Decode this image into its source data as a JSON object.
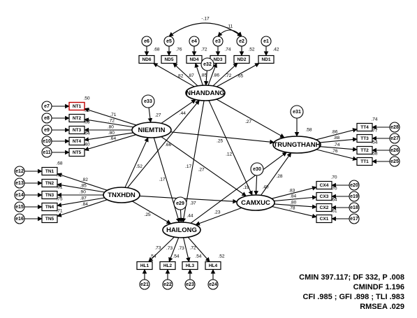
{
  "latents": [
    {
      "id": "NHANDANG",
      "label": "NHANDANG",
      "r2": "",
      "err": "e32"
    },
    {
      "id": "NIEMTIN",
      "label": "NIEMTIN",
      "r2": ".27",
      "err": "e33"
    },
    {
      "id": "TRUNGTHANH",
      "label": "TRUNGTHANH",
      "r2": ".58",
      "err": "e31"
    },
    {
      "id": "TNXHDN",
      "label": "TNXHDN",
      "r2": "",
      "err": ""
    },
    {
      "id": "CAMXUC",
      "label": "CAMXUC",
      "r2": ".40",
      "err": "e30"
    },
    {
      "id": "HAILONG",
      "label": "HAILONG",
      "r2": ".44",
      "err": "e29"
    }
  ],
  "indicators": [
    {
      "id": "ND6",
      "label": "ND6",
      "factor": "NHANDANG",
      "loading": ".82",
      "r2": ".68",
      "err": "e6"
    },
    {
      "id": "ND5",
      "label": "ND5",
      "factor": "NHANDANG",
      "loading": ".87",
      "r2": ".76",
      "err": "e5"
    },
    {
      "id": "ND4",
      "label": "ND4",
      "factor": "NHANDANG",
      "loading": ".85",
      "r2": ".72",
      "err": "e4"
    },
    {
      "id": "ND3",
      "label": "ND3",
      "factor": "NHANDANG",
      "loading": ".86",
      "r2": ".74",
      "err": "e3"
    },
    {
      "id": "ND2",
      "label": "ND2",
      "factor": "NHANDANG",
      "loading": ".72",
      "r2": ".52",
      "err": "e2"
    },
    {
      "id": "ND1",
      "label": "ND1",
      "factor": "NHANDANG",
      "loading": ".65",
      "r2": ".42",
      "err": "e1"
    },
    {
      "id": "NT1",
      "label": "NT1",
      "factor": "NIEMTIN",
      "loading": ".71",
      "r2": ".50",
      "err": "e7"
    },
    {
      "id": "NT2",
      "label": "NT2",
      "factor": "NIEMTIN",
      "loading": ".72",
      "r2": ".52",
      "err": "e8"
    },
    {
      "id": "NT3",
      "label": "NT3",
      "factor": "NIEMTIN",
      "loading": ".80",
      "r2": ".63",
      "err": "e9"
    },
    {
      "id": "NT4",
      "label": "NT4",
      "factor": "NIEMTIN",
      "loading": ".80",
      "r2": ".64",
      "err": "e10"
    },
    {
      "id": "NT5",
      "label": "NT5",
      "factor": "NIEMTIN",
      "loading": ".64",
      "r2": ".40",
      "err": "e11"
    },
    {
      "id": "TN1",
      "label": "TN1",
      "factor": "TNXHDN",
      "loading": ".82",
      "r2": ".68",
      "err": "e12"
    },
    {
      "id": "TN2",
      "label": "TN2",
      "factor": "TNXHDN",
      "loading": ".85",
      "r2": ".72",
      "err": "e13"
    },
    {
      "id": "TN3",
      "label": "TN3",
      "factor": "TNXHDN",
      "loading": ".90",
      "r2": ".81",
      "err": "e14"
    },
    {
      "id": "TN4",
      "label": "TN4",
      "factor": "TNXHDN",
      "loading": ".87",
      "r2": ".75",
      "err": "e15"
    },
    {
      "id": "TN5",
      "label": "TN5",
      "factor": "TNXHDN",
      "loading": ".84",
      "r2": ".71",
      "err": "e16"
    },
    {
      "id": "TT4",
      "label": "TT4",
      "factor": "TRUNGTHANH",
      "loading": ".86",
      "r2": ".74",
      "err": "e28"
    },
    {
      "id": "TT3",
      "label": "TT3",
      "factor": "TRUNGTHANH",
      "loading": ".88",
      "r2": ".77",
      "err": "e27"
    },
    {
      "id": "TT2",
      "label": "TT2",
      "factor": "TRUNGTHANH",
      "loading": ".74",
      "r2": ".54",
      "err": "e26"
    },
    {
      "id": "TT1",
      "label": "TT1",
      "factor": "TRUNGTHANH",
      "loading": ".76",
      "r2": ".58",
      "err": "e25"
    },
    {
      "id": "CX4",
      "label": "CX4",
      "factor": "CAMXUC",
      "loading": ".83",
      "r2": ".70",
      "err": "e20"
    },
    {
      "id": "CX3",
      "label": "CX3",
      "factor": "CAMXUC",
      "loading": ".84",
      "r2": ".70",
      "err": "e19"
    },
    {
      "id": "CX2",
      "label": "CX2",
      "factor": "CAMXUC",
      "loading": ".80",
      "r2": ".64",
      "err": "e18"
    },
    {
      "id": "CX1",
      "label": "CX1",
      "factor": "CAMXUC",
      "loading": ".78",
      "r2": ".61",
      "err": "e17"
    },
    {
      "id": "HL1",
      "label": "HL1",
      "factor": "HAILONG",
      "loading": ".73",
      "r2": ".54",
      "err": "e21"
    },
    {
      "id": "HL2",
      "label": "HL2",
      "factor": "HAILONG",
      "loading": ".73",
      "r2": ".54",
      "err": "e22"
    },
    {
      "id": "HL3",
      "label": "HL3",
      "factor": "HAILONG",
      "loading": ".73",
      "r2": ".54",
      "err": "e23"
    },
    {
      "id": "HL4",
      "label": "HL4",
      "factor": "HAILONG",
      "loading": ".72",
      "r2": ".52",
      "err": "e24"
    }
  ],
  "paths": [
    {
      "from": "TNXHDN",
      "to": "NIEMTIN",
      "coef": ".52"
    },
    {
      "from": "TNXHDN",
      "to": "NHANDANG",
      "coef": ".66"
    },
    {
      "from": "TNXHDN",
      "to": "CAMXUC",
      "coef": ".37"
    },
    {
      "from": "TNXHDN",
      "to": "HAILONG",
      "coef": ".25"
    },
    {
      "from": "NIEMTIN",
      "to": "TRUNGTHANH",
      "coef": ".25"
    },
    {
      "from": "NIEMTIN",
      "to": "CAMXUC",
      "coef": ".27"
    },
    {
      "from": "NIEMTIN",
      "to": "HAILONG",
      "coef": ".17"
    },
    {
      "from": "NIEMTIN",
      "to": "NHANDANG",
      "coef": ".44"
    },
    {
      "from": "NHANDANG",
      "to": "TRUNGTHANH",
      "coef": ".27"
    },
    {
      "from": "NHANDANG",
      "to": "CAMXUC",
      "coef": ".12"
    },
    {
      "from": "NHANDANG",
      "to": "HAILONG",
      "coef": ".17"
    },
    {
      "from": "CAMXUC",
      "to": "TRUNGTHANH",
      "coef": ".28"
    },
    {
      "from": "CAMXUC",
      "to": "HAILONG",
      "coef": ".23"
    },
    {
      "from": "HAILONG",
      "to": "TRUNGTHANH",
      "coef": ".19"
    }
  ],
  "covariances": [
    {
      "a": "e5",
      "b": "e2",
      "coef": "-.17"
    },
    {
      "a": "e3",
      "b": "e2",
      "coef": ".11"
    }
  ],
  "fit_indices": {
    "line1": "CMIN 397.117; DF 332, P .008",
    "line2": "CMINDF 1.196",
    "line3": "CFI .985 ; GFI .898 ; TLI .983",
    "line4": "RMSEA .029"
  }
}
